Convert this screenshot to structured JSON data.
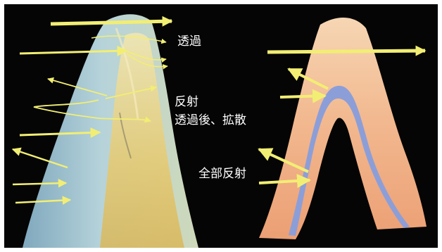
{
  "labels": {
    "transmission": "透過",
    "reflection": "反射",
    "transmit_diffuse": "透過後、拡散",
    "total_reflection": "全部反射"
  },
  "colors": {
    "background": "#050505",
    "frame": "#ffffff",
    "arrow": "#f2ee74",
    "label_text": "#ffffff",
    "natural_tooth_enamel": "#9ec3cf",
    "natural_tooth_dentin": "#e9cd79",
    "crown_body": "#f0b489",
    "crown_inner_layer": "#8c9ed8"
  }
}
